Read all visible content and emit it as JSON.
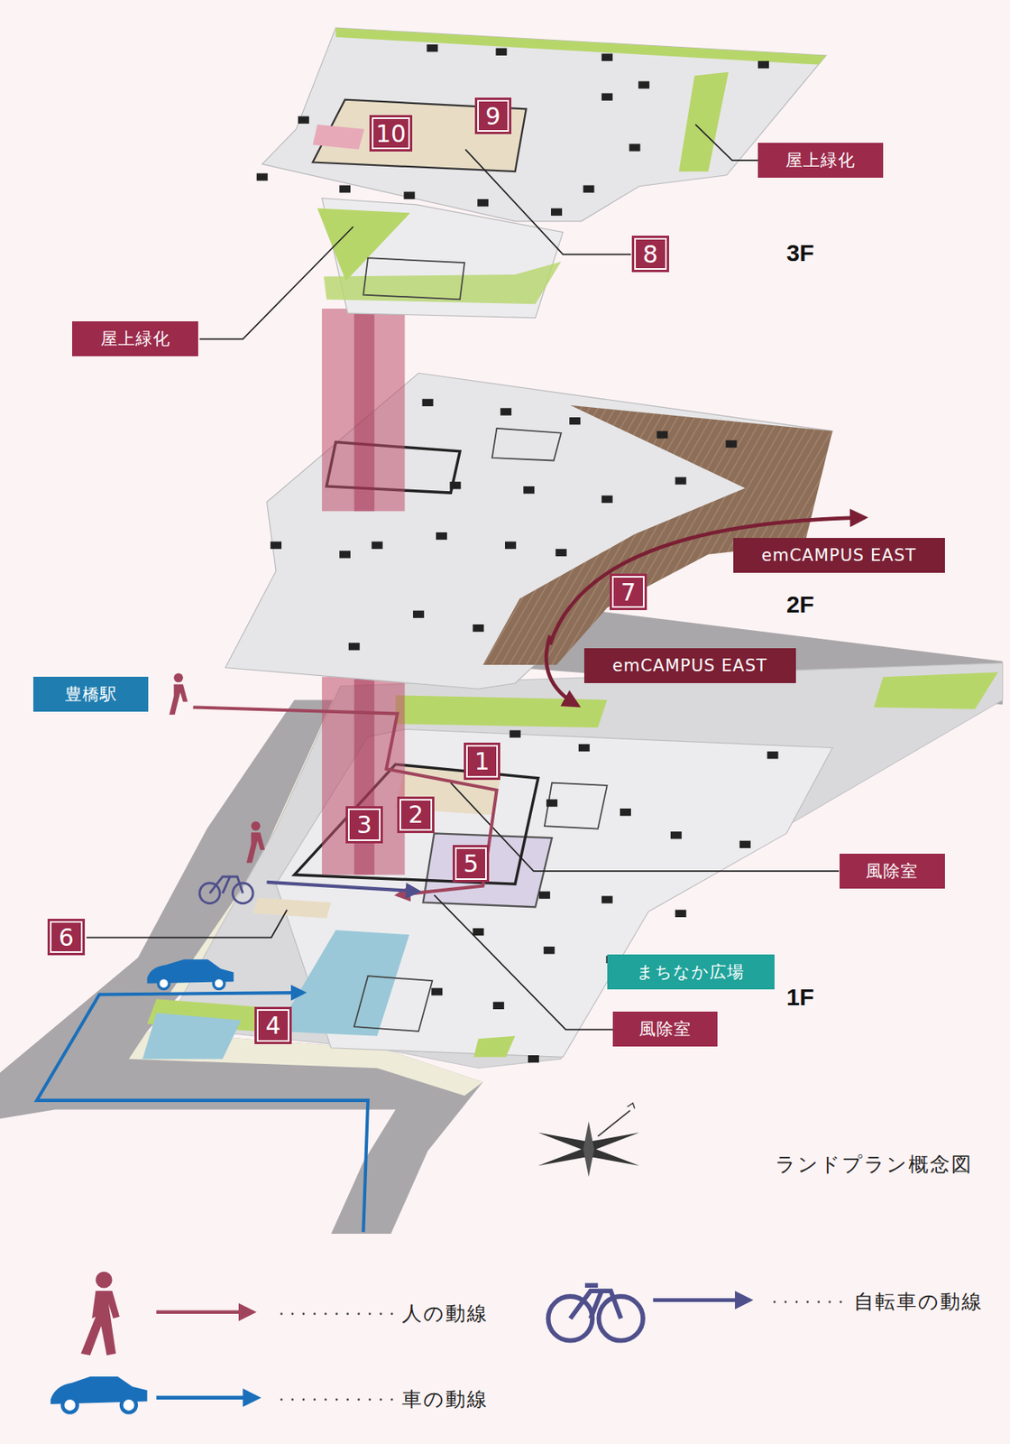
{
  "diagram": {
    "caption": "ランドプラン概念図",
    "nodes": [
      {
        "text": [
          "9"
        ]
      },
      {
        "text": [
          "10"
        ]
      },
      {
        "text": [
          "屋上緑化"
        ]
      },
      {
        "text": [
          "8"
        ]
      },
      {
        "text": [
          "屋上緑化"
        ]
      },
      {
        "text": [
          "emCAMPUS EAST"
        ]
      },
      {
        "text": [
          "7"
        ]
      },
      {
        "text": [
          "emCAMPUS EAST"
        ]
      },
      {
        "text": [
          "豊橋駅"
        ]
      },
      {
        "text": [
          "1"
        ]
      },
      {
        "text": [
          "2"
        ]
      },
      {
        "text": [
          "3"
        ]
      },
      {
        "text": [
          "風除室"
        ]
      },
      {
        "text": [
          "5"
        ]
      },
      {
        "text": [
          "6"
        ]
      },
      {
        "text": [
          "まちなか広場"
        ]
      },
      {
        "text": [
          "4"
        ]
      },
      {
        "text": [
          "風除室"
        ]
      }
    ],
    "labels": [
      "3F",
      "2F",
      "1F"
    ],
    "legend": [
      {
        "text": "人の動線"
      },
      {
        "text": "自転車の動線"
      },
      {
        "text": "車の動線"
      }
    ]
  }
}
